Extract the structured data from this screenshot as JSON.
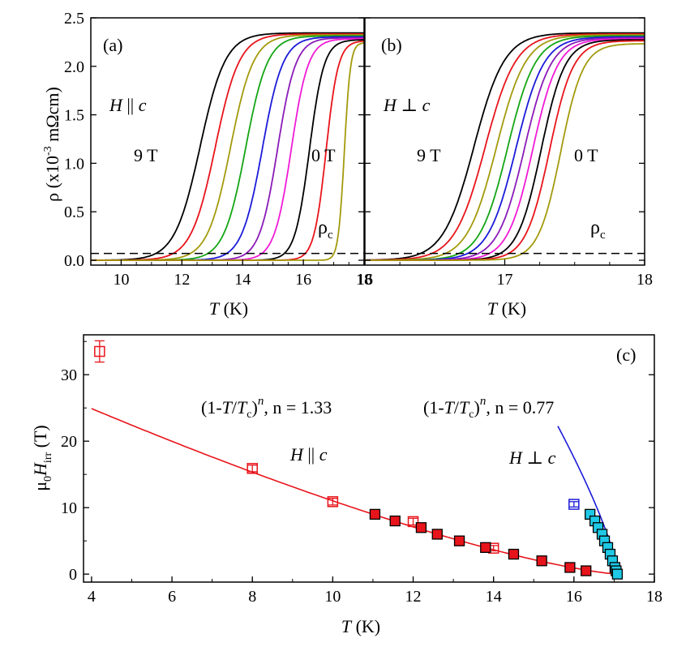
{
  "chart_data": [
    {
      "panel": "(a)",
      "type": "line",
      "xlabel_italic": "T",
      "xlabel_unit": " (K)",
      "ylabel_prefix": "ρ (x10",
      "ylabel_exp": "-3",
      "ylabel_suffix": " mΩcm)",
      "xlim": [
        9,
        18
      ],
      "ylim": [
        -0.05,
        2.5
      ],
      "xticks": [
        10,
        12,
        14,
        16,
        18
      ],
      "yticks": [
        0.0,
        0.5,
        1.0,
        1.5,
        2.0,
        2.5
      ],
      "ytick_labels": [
        "0.0",
        "0.5",
        "1.0",
        "1.5",
        "2.0",
        "2.5"
      ],
      "annotations": {
        "field_italic": "H",
        "field_rest": " || ",
        "field_axis": "c",
        "high_field": "9 T",
        "zero_field": "0 T",
        "criterion_symbol": "ρ",
        "criterion_sub": "c"
      },
      "criterion_level": 0.07,
      "curves": [
        {
          "color": "#000000",
          "tc_mid": 12.6,
          "width": 0.42,
          "rmax": 2.34
        },
        {
          "color": "#e8141b",
          "tc_mid": 13.1,
          "width": 0.4,
          "rmax": 2.33
        },
        {
          "color": "#a39a0d",
          "tc_mid": 13.6,
          "width": 0.38,
          "rmax": 2.32
        },
        {
          "color": "#14a514",
          "tc_mid": 14.1,
          "width": 0.36,
          "rmax": 2.31
        },
        {
          "color": "#1b1bd9",
          "tc_mid": 14.65,
          "width": 0.34,
          "rmax": 2.3
        },
        {
          "color": "#8a1bb8",
          "tc_mid": 15.15,
          "width": 0.3,
          "rmax": 2.29
        },
        {
          "color": "#f01bd6",
          "tc_mid": 15.6,
          "width": 0.28,
          "rmax": 2.28
        },
        {
          "color": "#000000",
          "tc_mid": 16.2,
          "width": 0.24,
          "rmax": 2.27
        },
        {
          "color": "#e8141b",
          "tc_mid": 16.75,
          "width": 0.2,
          "rmax": 2.26
        },
        {
          "color": "#a39a0d",
          "tc_mid": 17.35,
          "width": 0.1,
          "rmax": 2.24
        }
      ]
    },
    {
      "panel": "(b)",
      "type": "line",
      "xlabel_italic": "T",
      "xlabel_unit": " (K)",
      "xlim": [
        16,
        18
      ],
      "ylim": [
        -0.05,
        2.5
      ],
      "xticks": [
        16,
        17,
        18
      ],
      "annotations": {
        "field_italic": "H",
        "field_rest": " ⊥ ",
        "field_axis": "c",
        "high_field": "9 T",
        "zero_field": "0 T",
        "criterion_symbol": "ρ",
        "criterion_sub": "c"
      },
      "criterion_level": 0.07,
      "curves": [
        {
          "color": "#000000",
          "tc_mid": 16.78,
          "width": 0.11,
          "rmax": 2.34
        },
        {
          "color": "#e8141b",
          "tc_mid": 16.86,
          "width": 0.11,
          "rmax": 2.33
        },
        {
          "color": "#a39a0d",
          "tc_mid": 16.94,
          "width": 0.105,
          "rmax": 2.32
        },
        {
          "color": "#14a514",
          "tc_mid": 17.02,
          "width": 0.1,
          "rmax": 2.31
        },
        {
          "color": "#1b1bd9",
          "tc_mid": 17.08,
          "width": 0.1,
          "rmax": 2.3
        },
        {
          "color": "#8a1bb8",
          "tc_mid": 17.14,
          "width": 0.095,
          "rmax": 2.29
        },
        {
          "color": "#f01bd6",
          "tc_mid": 17.2,
          "width": 0.09,
          "rmax": 2.28
        },
        {
          "color": "#000000",
          "tc_mid": 17.26,
          "width": 0.085,
          "rmax": 2.27
        },
        {
          "color": "#e8141b",
          "tc_mid": 17.32,
          "width": 0.085,
          "rmax": 2.26
        },
        {
          "color": "#a39a0d",
          "tc_mid": 17.4,
          "width": 0.08,
          "rmax": 2.23
        }
      ]
    },
    {
      "panel": "(c)",
      "type": "scatter",
      "xlabel_italic": "T",
      "xlabel_unit": " (K)",
      "ylabel_prefix": "μ",
      "ylabel_sub0": "0",
      "ylabel_mid": "H",
      "ylabel_sub1": "irr",
      "ylabel_suffix": " (T)",
      "xlim": [
        3.8,
        18
      ],
      "ylim": [
        -1.2,
        36
      ],
      "xticks": [
        4,
        6,
        8,
        10,
        12,
        14,
        16,
        18
      ],
      "yticks": [
        0,
        10,
        20,
        30
      ],
      "annotations": {
        "fit_par_text": "(1-",
        "fit_par_T": "T",
        "fit_par_div": "/",
        "fit_par_Tc": "T",
        "fit_par_c": "c",
        "fit_par_close": ")",
        "fit_par_exp": "n",
        "fit_par_n": ", n = 1.33",
        "fit_perp_n": ", n = 0.77",
        "label_par_italic": "H",
        "label_par_rest": " || ",
        "label_par_axis": "c",
        "label_perp_italic": "H",
        "label_perp_rest": " ⊥ ",
        "label_perp_axis": "c"
      },
      "series": [
        {
          "name": "",
          "marker": "open-square",
          "color": "#e8141b",
          "points": [
            [
              4.2,
              33.5,
              1.6
            ],
            [
              8.0,
              15.9,
              0.5
            ],
            [
              10.0,
              10.9,
              0.5
            ],
            [
              12.0,
              7.9,
              0.5
            ],
            [
              14.0,
              3.9,
              0.4
            ]
          ]
        },
        {
          "name": "",
          "marker": "filled-square",
          "color": "#e8141b",
          "points": [
            [
              11.05,
              9.0
            ],
            [
              11.55,
              8.0
            ],
            [
              12.2,
              7.0
            ],
            [
              12.6,
              6.0
            ],
            [
              13.15,
              5.0
            ],
            [
              13.8,
              4.0
            ],
            [
              14.5,
              3.0
            ],
            [
              15.2,
              2.0
            ],
            [
              15.9,
              1.0
            ],
            [
              16.3,
              0.5
            ]
          ]
        },
        {
          "name": "",
          "marker": "open-square",
          "color": "#1b1bd9",
          "points": [
            [
              16.0,
              10.5,
              0.4
            ]
          ]
        },
        {
          "name": "",
          "marker": "filled-square",
          "color": "#1ec9e6",
          "points": [
            [
              16.4,
              9.0
            ],
            [
              16.52,
              8.0
            ],
            [
              16.6,
              7.0
            ],
            [
              16.7,
              6.0
            ],
            [
              16.76,
              5.0
            ],
            [
              16.84,
              4.0
            ],
            [
              16.9,
              3.0
            ],
            [
              16.96,
              2.0
            ],
            [
              17.02,
              1.0
            ],
            [
              17.05,
              0.5
            ],
            [
              17.08,
              0.0
            ]
          ]
        }
      ],
      "fits": [
        {
          "color": "#e8141b",
          "tc": 17.1,
          "h0": 35.5,
          "n": 1.33,
          "tmin": 4.0,
          "tmax": 17.1
        },
        {
          "color": "#1b1bd9",
          "tc": 17.1,
          "h0": 145.0,
          "n": 0.77,
          "tmin": 15.6,
          "tmax": 17.1
        }
      ]
    }
  ]
}
